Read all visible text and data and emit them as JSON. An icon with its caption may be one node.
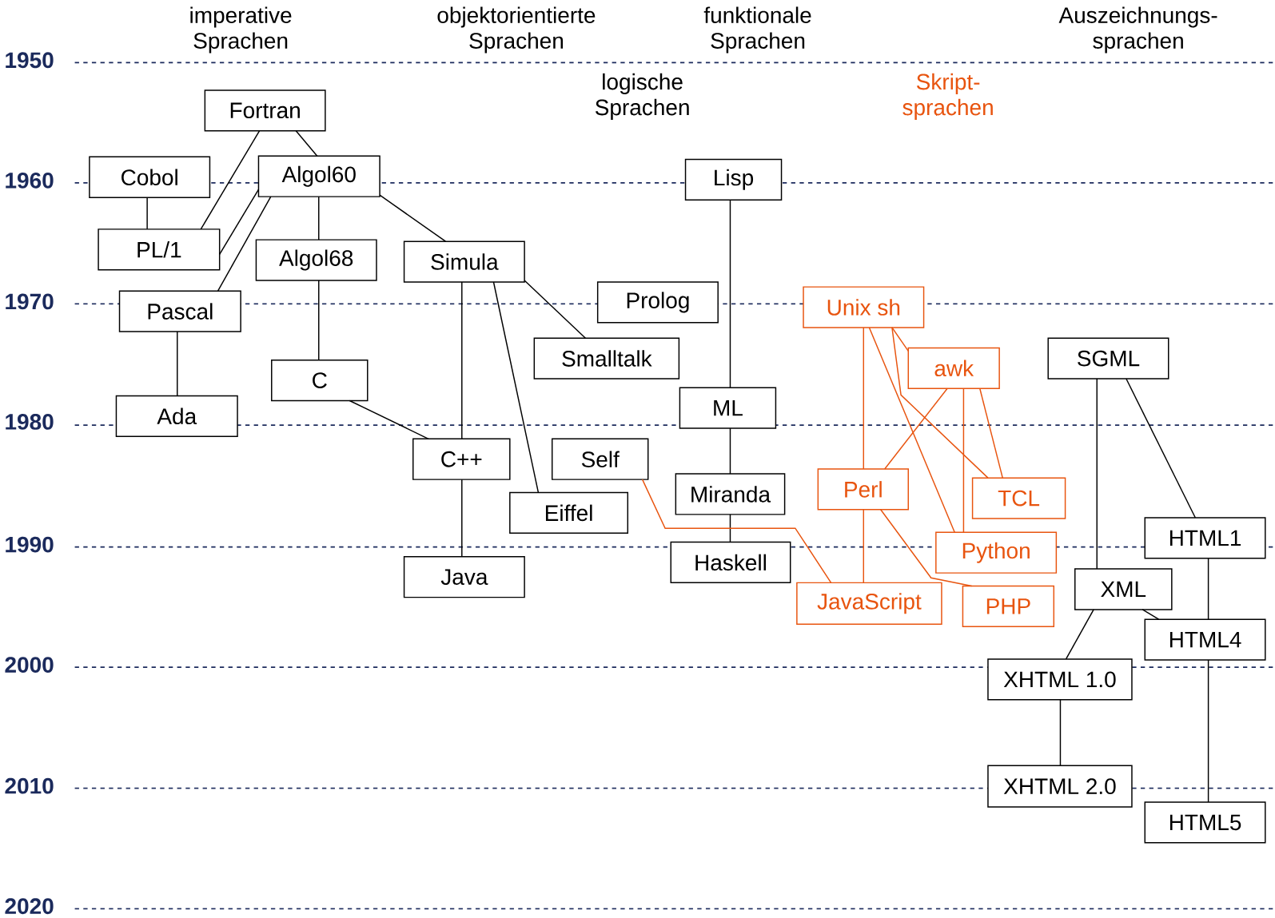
{
  "diagram": {
    "nodes": [
      {
        "text": [
          "Fortran"
        ]
      },
      {
        "text": [
          "Cobol"
        ]
      },
      {
        "text": [
          "Algol60"
        ]
      },
      {
        "text": [
          "Lisp"
        ]
      },
      {
        "text": [
          "PL/1"
        ]
      },
      {
        "text": [
          "Algol68"
        ]
      },
      {
        "text": [
          "Simula"
        ]
      },
      {
        "text": [
          "Prolog"
        ]
      },
      {
        "text": [
          "Unix sh"
        ]
      },
      {
        "text": [
          "Pascal"
        ]
      },
      {
        "text": [
          "SGML"
        ]
      },
      {
        "text": [
          "Smalltalk"
        ]
      },
      {
        "text": [
          "awk"
        ]
      },
      {
        "text": [
          "C"
        ]
      },
      {
        "text": [
          "ML"
        ]
      },
      {
        "text": [
          "Ada"
        ]
      },
      {
        "text": [
          "C++"
        ]
      },
      {
        "text": [
          "Self"
        ]
      },
      {
        "text": [
          "Perl"
        ]
      },
      {
        "text": [
          "Miranda"
        ]
      },
      {
        "text": [
          "TCL"
        ]
      },
      {
        "text": [
          "Eiffel"
        ]
      },
      {
        "text": [
          "HTML1"
        ]
      },
      {
        "text": [
          "Python"
        ]
      },
      {
        "text": [
          "Haskell"
        ]
      },
      {
        "text": [
          "Java"
        ]
      },
      {
        "text": [
          "XML"
        ]
      },
      {
        "text": [
          "JavaScript"
        ]
      },
      {
        "text": [
          "PHP"
        ]
      },
      {
        "text": [
          "HTML4"
        ]
      },
      {
        "text": [
          "XHTML 1.0"
        ]
      },
      {
        "text": [
          "XHTML 2.0"
        ]
      },
      {
        "text": [
          "HTML5"
        ]
      }
    ],
    "edges": [
      {
        "from": 0,
        "to": 4,
        "arrow": "none"
      },
      {
        "from": 0,
        "to": 2,
        "arrow": "none"
      },
      {
        "from": 1,
        "to": 4,
        "arrow": "none"
      },
      {
        "from": 2,
        "to": 4,
        "arrow": "none"
      },
      {
        "from": 2,
        "to": 9,
        "arrow": "none"
      },
      {
        "from": 2,
        "to": 5,
        "arrow": "none"
      },
      {
        "from": 2,
        "to": 6,
        "arrow": "none"
      },
      {
        "from": 9,
        "to": 15,
        "arrow": "none"
      },
      {
        "from": 5,
        "to": 13,
        "arrow": "none"
      },
      {
        "from": 13,
        "to": 16,
        "arrow": "none"
      },
      {
        "from": 6,
        "to": 16,
        "arrow": "none"
      },
      {
        "from": 6,
        "to": 21,
        "arrow": "none"
      },
      {
        "from": 6,
        "to": 11,
        "arrow": "none"
      },
      {
        "from": 16,
        "to": 25,
        "arrow": "none"
      },
      {
        "from": 3,
        "to": 14,
        "arrow": "none"
      },
      {
        "from": 14,
        "to": 19,
        "arrow": "none"
      },
      {
        "from": 19,
        "to": 24,
        "arrow": "none"
      },
      {
        "from": 17,
        "to": 27,
        "arrow": "none",
        "color": "#e8540f"
      },
      {
        "from": 8,
        "to": 12,
        "arrow": "none",
        "color": "#e8540f"
      },
      {
        "from": 8,
        "to": 18,
        "arrow": "none",
        "color": "#e8540f"
      },
      {
        "from": 8,
        "to": 23,
        "arrow": "none",
        "color": "#e8540f"
      },
      {
        "from": 8,
        "to": 20,
        "arrow": "none",
        "color": "#e8540f"
      },
      {
        "from": 12,
        "to": 18,
        "arrow": "none",
        "color": "#e8540f"
      },
      {
        "from": 12,
        "to": 23,
        "arrow": "none",
        "color": "#e8540f"
      },
      {
        "from": 12,
        "to": 20,
        "arrow": "none",
        "color": "#e8540f"
      },
      {
        "from": 18,
        "to": 27,
        "arrow": "none",
        "color": "#e8540f"
      },
      {
        "from": 18,
        "to": 28,
        "arrow": "none",
        "color": "#e8540f"
      },
      {
        "from": 10,
        "to": 26,
        "arrow": "none"
      },
      {
        "from": 10,
        "to": 22,
        "arrow": "none"
      },
      {
        "from": 22,
        "to": 29,
        "arrow": "none"
      },
      {
        "from": 26,
        "to": 29,
        "arrow": "none"
      },
      {
        "from": 26,
        "to": 30,
        "arrow": "none"
      },
      {
        "from": 30,
        "to": 31,
        "arrow": "none"
      },
      {
        "from": 29,
        "to": 32,
        "arrow": "none"
      }
    ],
    "labels": [
      "imperative Sprachen",
      "objektorientierte Sprachen",
      "funktionale Sprachen",
      "Auszeichnungs-sprachen",
      "1950",
      "logische Sprachen",
      "Skript-sprachen",
      "1960",
      "1970",
      "1980",
      "1990",
      "2000",
      "2010",
      "2020"
    ]
  }
}
